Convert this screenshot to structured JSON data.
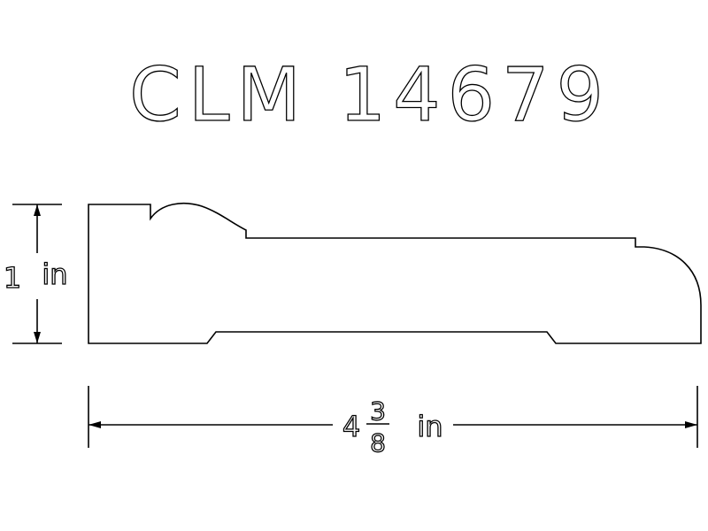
{
  "drawing": {
    "title": "CLM 14679",
    "height_dimension": {
      "value": "1",
      "unit": "in"
    },
    "width_dimension": {
      "whole": "4",
      "numerator": "3",
      "denominator": "8",
      "unit": "in"
    }
  }
}
